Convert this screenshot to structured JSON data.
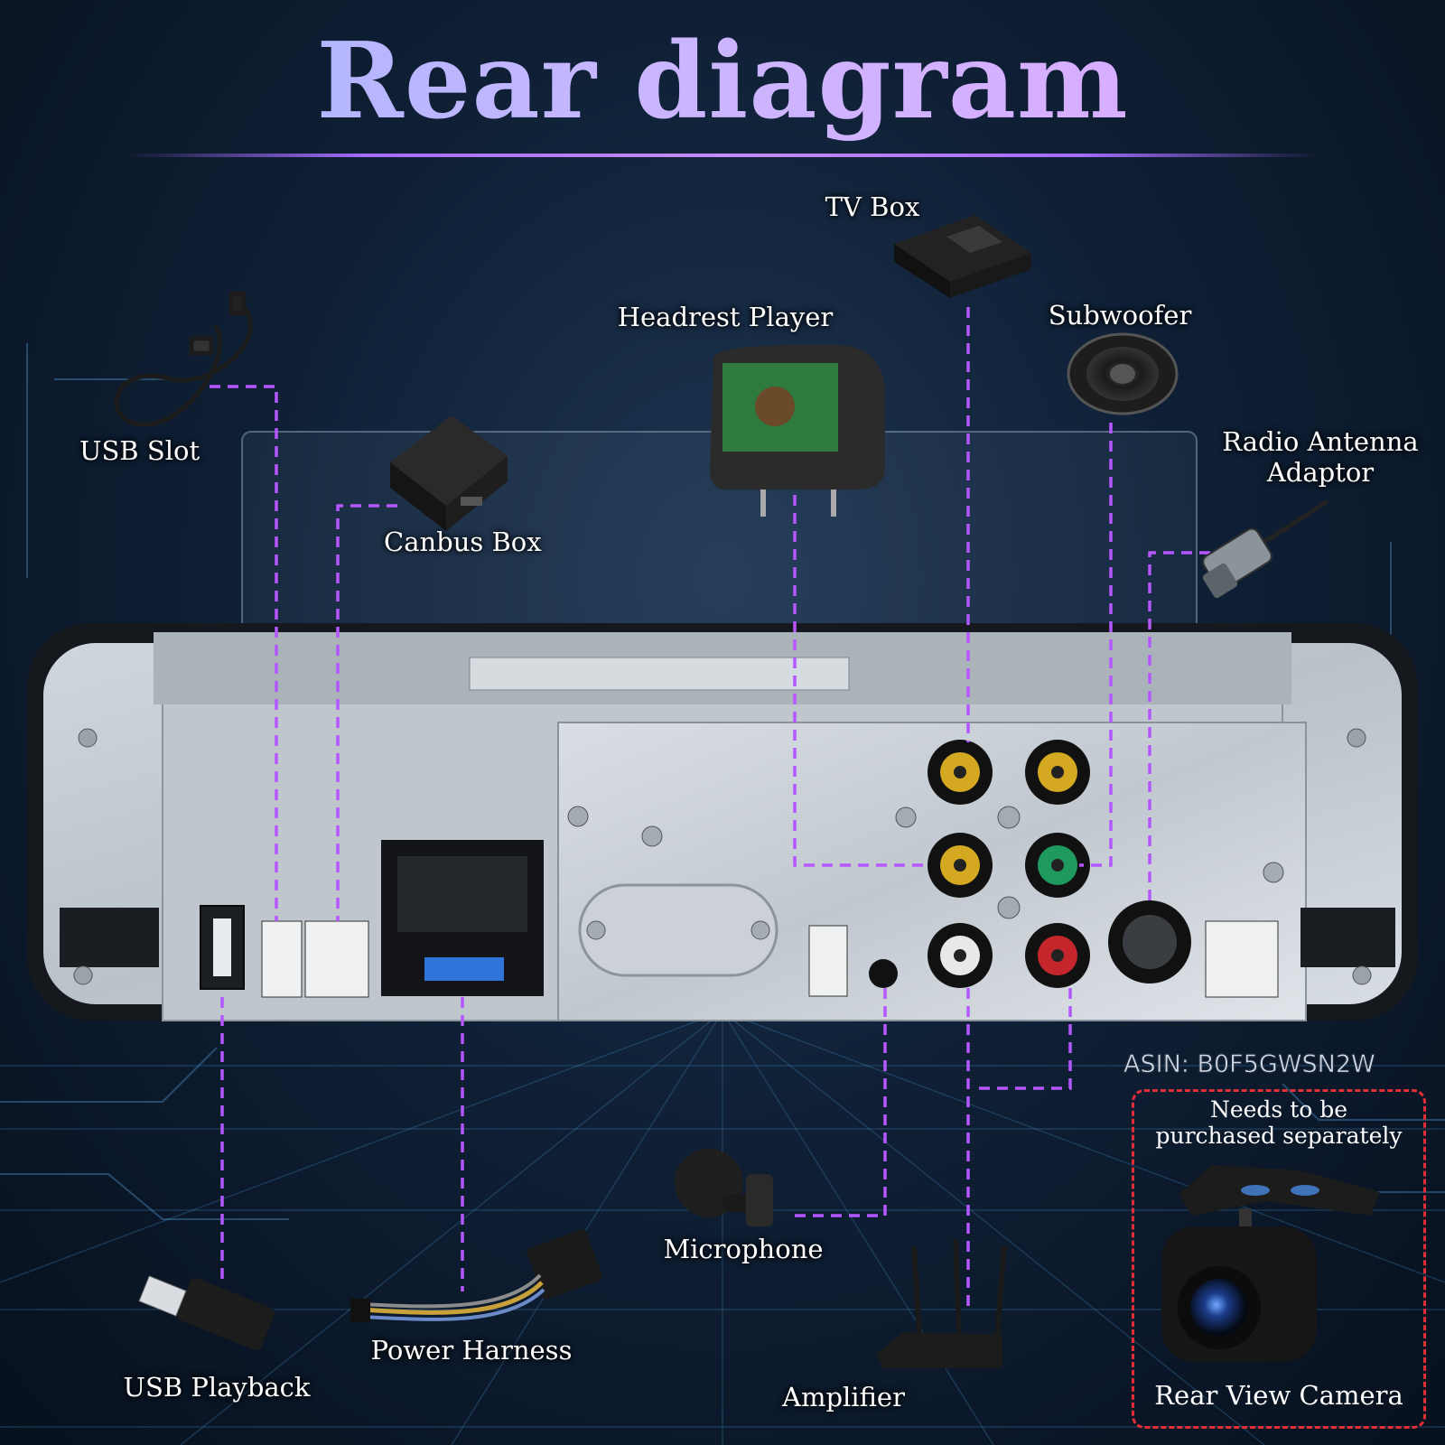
{
  "title": "Rear diagram",
  "asin": "ASIN: B0F5GWSN2W",
  "separate_note": {
    "line1": "Needs to be",
    "line2": "purchased separately",
    "camera_label": "Rear View Camera"
  },
  "labels": {
    "tv_box": "TV Box",
    "headrest_player": "Headrest Player",
    "subwoofer": "Subwoofer",
    "usb_slot": "USB Slot",
    "canbus_box": "Canbus Box",
    "radio_antenna_1": "Radio Antenna",
    "radio_antenna_2": "Adaptor",
    "microphone": "Microphone",
    "usb_playback": "USB Playback",
    "power_harness": "Power Harness",
    "amplifier": "Amplifier"
  },
  "colors": {
    "connector_line": "#b457ff",
    "dashed_box": "#e02f36",
    "title_start": "#9fb7ff",
    "title_end": "#e3a8ff"
  },
  "icons": [
    "usb-cable-icon",
    "canbus-box-icon",
    "headrest-player-icon",
    "tv-box-icon",
    "subwoofer-icon",
    "antenna-adaptor-icon",
    "microphone-icon",
    "usb-stick-icon",
    "power-harness-icon",
    "router-amplifier-icon",
    "rear-camera-icon"
  ]
}
